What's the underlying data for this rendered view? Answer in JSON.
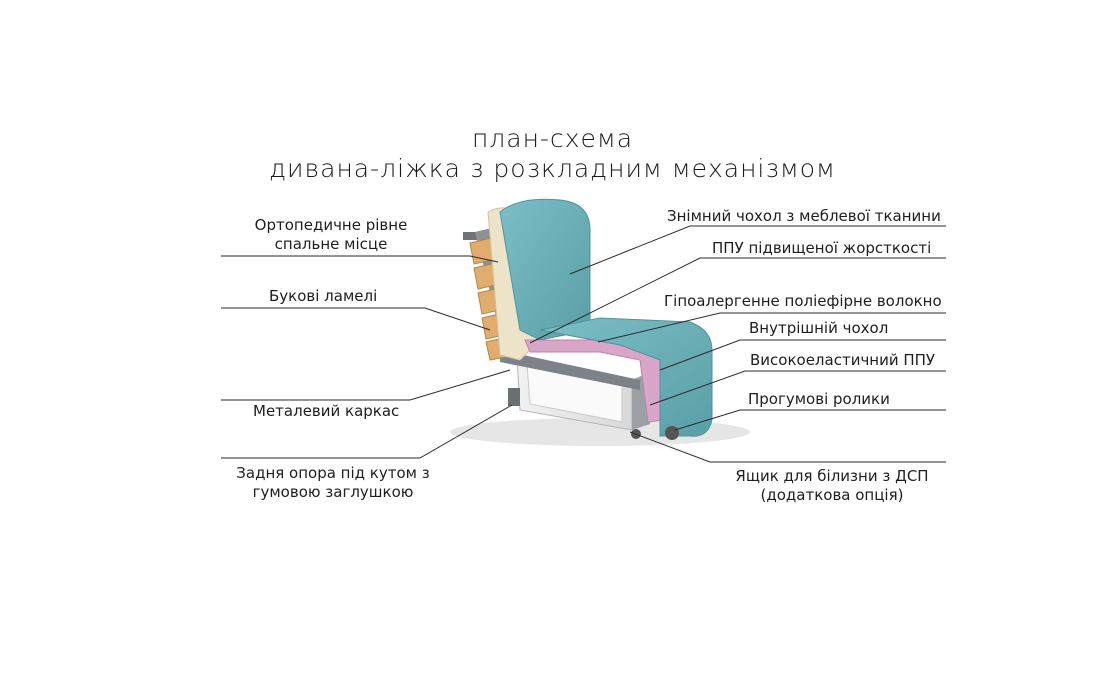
{
  "title": {
    "line1": "план-схема",
    "line2": "дивана-ліжка з розкладним механізмом"
  },
  "labels_left": {
    "orthopedic_1": "Ортопедичне рівне",
    "orthopedic_2": "спальне місце",
    "slats": "Букові ламелі",
    "frame": "Металевий каркас",
    "support_1": "Задня опора під кутом з",
    "support_2": "гумовою заглушкою"
  },
  "labels_right": {
    "cover": "Знімний чохол з меблевої тканини",
    "foam_hard": "ППУ підвищеної жорсткості",
    "fiber": "Гіпоалергенне поліефірне волокно",
    "inner_cover": "Внутрішній чохол",
    "foam_elastic": "Високоеластичний ППУ",
    "rollers": "Прогумові ролики",
    "box_1": "Ящик для білизни з ДСП",
    "box_2": "(додаткова опція)"
  },
  "colors": {
    "fabric": "#6fb3bb",
    "fabric_dark": "#4f959d",
    "foam_pink": "#d9a6c9",
    "slat_wood": "#e0ad6e",
    "inner_beige": "#ede3c9",
    "metal": "#7d8288",
    "leader_line": "#2b2b2b"
  }
}
